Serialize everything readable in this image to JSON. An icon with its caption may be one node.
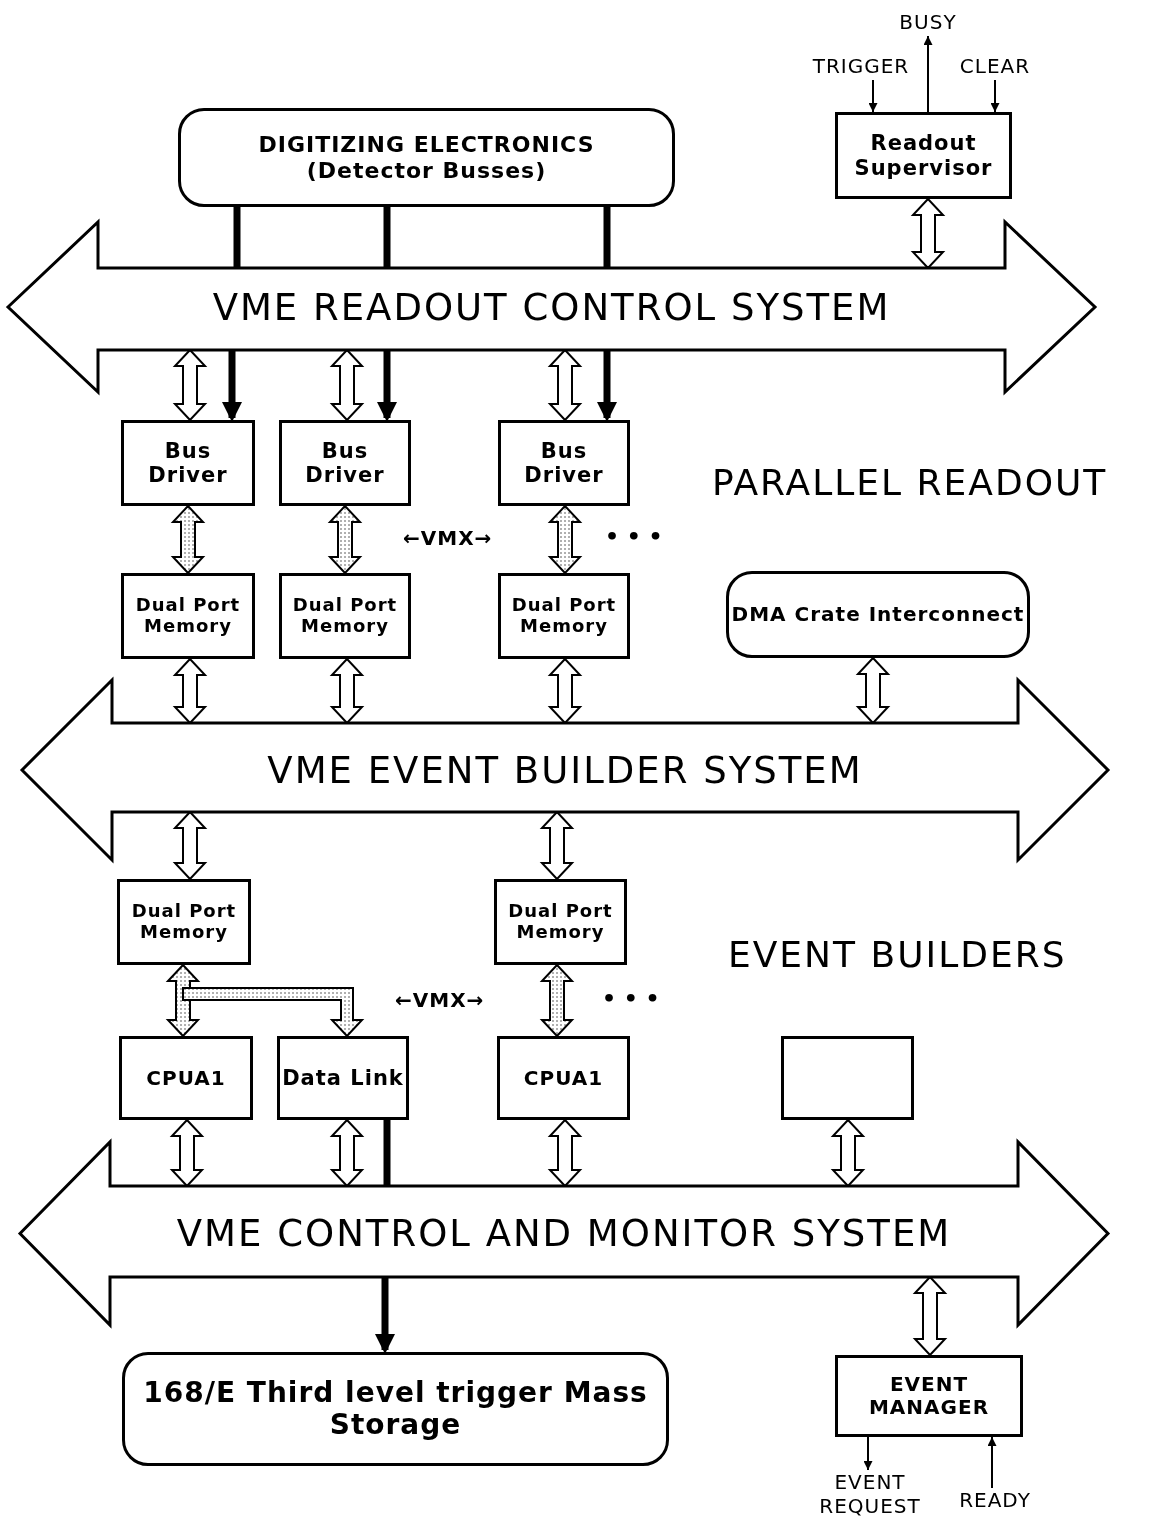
{
  "diagram": {
    "nodes": [
      {
        "text": [
          "DIGITIZING ELECTRONICS",
          "(Detector Busses)"
        ]
      },
      {
        "text": [
          "Readout Supervisor"
        ]
      },
      {
        "text": [
          "VME READOUT CONTROL SYSTEM"
        ]
      },
      {
        "text": [
          "Bus Driver"
        ]
      },
      {
        "text": [
          "Bus Driver"
        ]
      },
      {
        "text": [
          "Bus Driver"
        ]
      },
      {
        "text": [
          "Dual Port Memory"
        ]
      },
      {
        "text": [
          "Dual Port Memory"
        ]
      },
      {
        "text": [
          "Dual Port Memory"
        ]
      },
      {
        "text": [
          "DMA Crate Interconnect"
        ]
      },
      {
        "text": [
          "VME EVENT BUILDER SYSTEM"
        ]
      },
      {
        "text": [
          "Dual Port Memory"
        ]
      },
      {
        "text": [
          "Dual Port Memory"
        ]
      },
      {
        "text": [
          "CPUA1"
        ]
      },
      {
        "text": [
          "Data Link"
        ]
      },
      {
        "text": [
          "CPUA1"
        ]
      },
      {
        "text": [],
        "shape": "box"
      },
      {
        "text": [
          "VME CONTROL AND MONITOR SYSTEM"
        ]
      },
      {
        "text": [
          "168/E Third level trigger Mass Storage"
        ]
      },
      {
        "text": [
          "EVENT MANAGER"
        ]
      },
      {
        "text": [
          "TRIGGER"
        ]
      },
      {
        "text": [
          "BUSY"
        ]
      },
      {
        "text": [
          "CLEAR"
        ]
      },
      {
        "text": [
          "EVENT REQUEST"
        ]
      },
      {
        "text": [
          "READY"
        ]
      }
    ],
    "edges": [
      {
        "from": 20,
        "to": 1,
        "arrow": "to"
      },
      {
        "from": 1,
        "to": 21,
        "arrow": "to"
      },
      {
        "from": 22,
        "to": 1,
        "arrow": "to"
      },
      {
        "from": 1,
        "to": 2,
        "arrow": "both"
      },
      {
        "from": 0,
        "to": 2,
        "arrow": "none"
      },
      {
        "from": 0,
        "to": 2,
        "arrow": "none"
      },
      {
        "from": 0,
        "to": 2,
        "arrow": "none"
      },
      {
        "from": 2,
        "to": 3,
        "arrow": "both"
      },
      {
        "from": 2,
        "to": 3,
        "arrow": "to"
      },
      {
        "from": 2,
        "to": 4,
        "arrow": "both"
      },
      {
        "from": 2,
        "to": 4,
        "arrow": "to"
      },
      {
        "from": 2,
        "to": 5,
        "arrow": "both"
      },
      {
        "from": 2,
        "to": 5,
        "arrow": "to"
      },
      {
        "from": 3,
        "to": 6,
        "arrow": "both",
        "color": "#b0b0b0"
      },
      {
        "from": 4,
        "to": 7,
        "arrow": "both",
        "color": "#b0b0b0"
      },
      {
        "from": 5,
        "to": 8,
        "arrow": "both",
        "color": "#b0b0b0"
      },
      {
        "from": 6,
        "to": 10,
        "arrow": "both"
      },
      {
        "from": 7,
        "to": 10,
        "arrow": "both"
      },
      {
        "from": 8,
        "to": 10,
        "arrow": "both"
      },
      {
        "from": 9,
        "to": 10,
        "arrow": "both"
      },
      {
        "from": 10,
        "to": 11,
        "arrow": "both"
      },
      {
        "from": 10,
        "to": 12,
        "arrow": "both"
      },
      {
        "from": 11,
        "to": 13,
        "arrow": "both",
        "color": "#b0b0b0"
      },
      {
        "from": 11,
        "to": 14,
        "arrow": "to",
        "color": "#b0b0b0"
      },
      {
        "from": 12,
        "to": 15,
        "arrow": "both",
        "color": "#b0b0b0"
      },
      {
        "from": 13,
        "to": 17,
        "arrow": "both"
      },
      {
        "from": 14,
        "to": 17,
        "arrow": "both"
      },
      {
        "from": 14,
        "to": 17,
        "arrow": "none"
      },
      {
        "from": 15,
        "to": 17,
        "arrow": "both"
      },
      {
        "from": 16,
        "to": 17,
        "arrow": "both"
      },
      {
        "from": 17,
        "to": 18,
        "arrow": "to"
      },
      {
        "from": 17,
        "to": 19,
        "arrow": "both"
      },
      {
        "from": 19,
        "to": 23,
        "arrow": "to"
      },
      {
        "from": 24,
        "to": 19,
        "arrow": "to"
      }
    ],
    "labels": [
      "PARALLEL READOUT",
      "←VMX→",
      "• • •",
      "EVENT BUILDERS",
      "←VMX→",
      "• • •"
    ]
  }
}
